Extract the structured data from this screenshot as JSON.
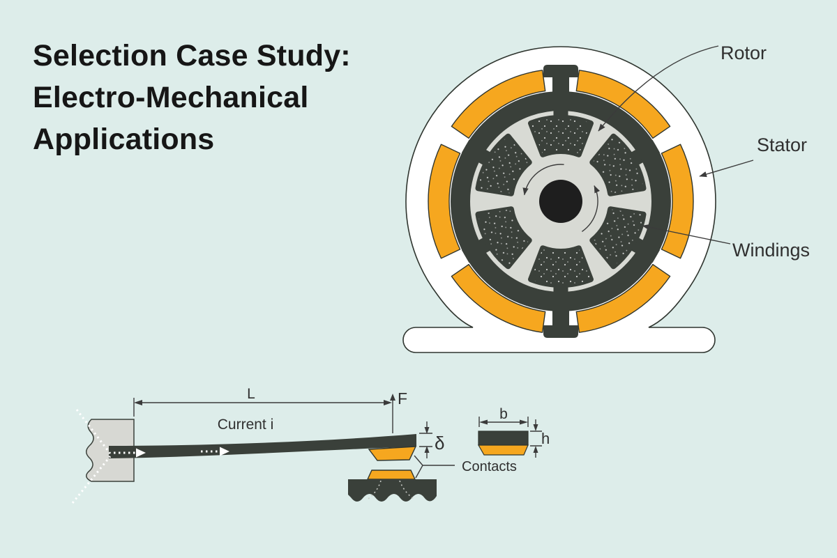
{
  "background_color": "#ddedea",
  "title": {
    "line1": "Selection Case Study:",
    "line2": "Electro-Mechanical",
    "line3": "Applications"
  },
  "motor_diagram": {
    "labels": {
      "rotor": "Rotor",
      "stator": "Stator",
      "windings": "Windings"
    },
    "colors": {
      "stator_segments": "#F6A71F",
      "core_dark": "#3A403A",
      "rotor_disc": "#D8DAD4",
      "shaft": "#1E1E1E",
      "housing": "#FFFFFF",
      "outline": "#2F352F"
    }
  },
  "beam_diagram": {
    "labels": {
      "length": "L",
      "current": "Current i",
      "force": "F",
      "deflection": "δ",
      "width": "b",
      "thickness": "h",
      "contacts": "Contacts"
    },
    "colors": {
      "beam": "#3A403A",
      "contacts": "#F6A71F",
      "anchor": "#D7D8D3",
      "current_arrows": "#FFFFFF"
    }
  }
}
